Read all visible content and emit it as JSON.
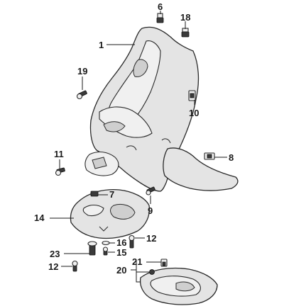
{
  "diagram": {
    "labels": {
      "l1": "1",
      "l6": "6",
      "l18": "18",
      "l19": "19",
      "l10": "10",
      "l11": "11",
      "l8": "8",
      "l7": "7",
      "l9": "9",
      "l14": "14",
      "l12a": "12",
      "l16": "16",
      "l15": "15",
      "l23": "23",
      "l12b": "12",
      "l21": "21",
      "l20": "20"
    }
  }
}
